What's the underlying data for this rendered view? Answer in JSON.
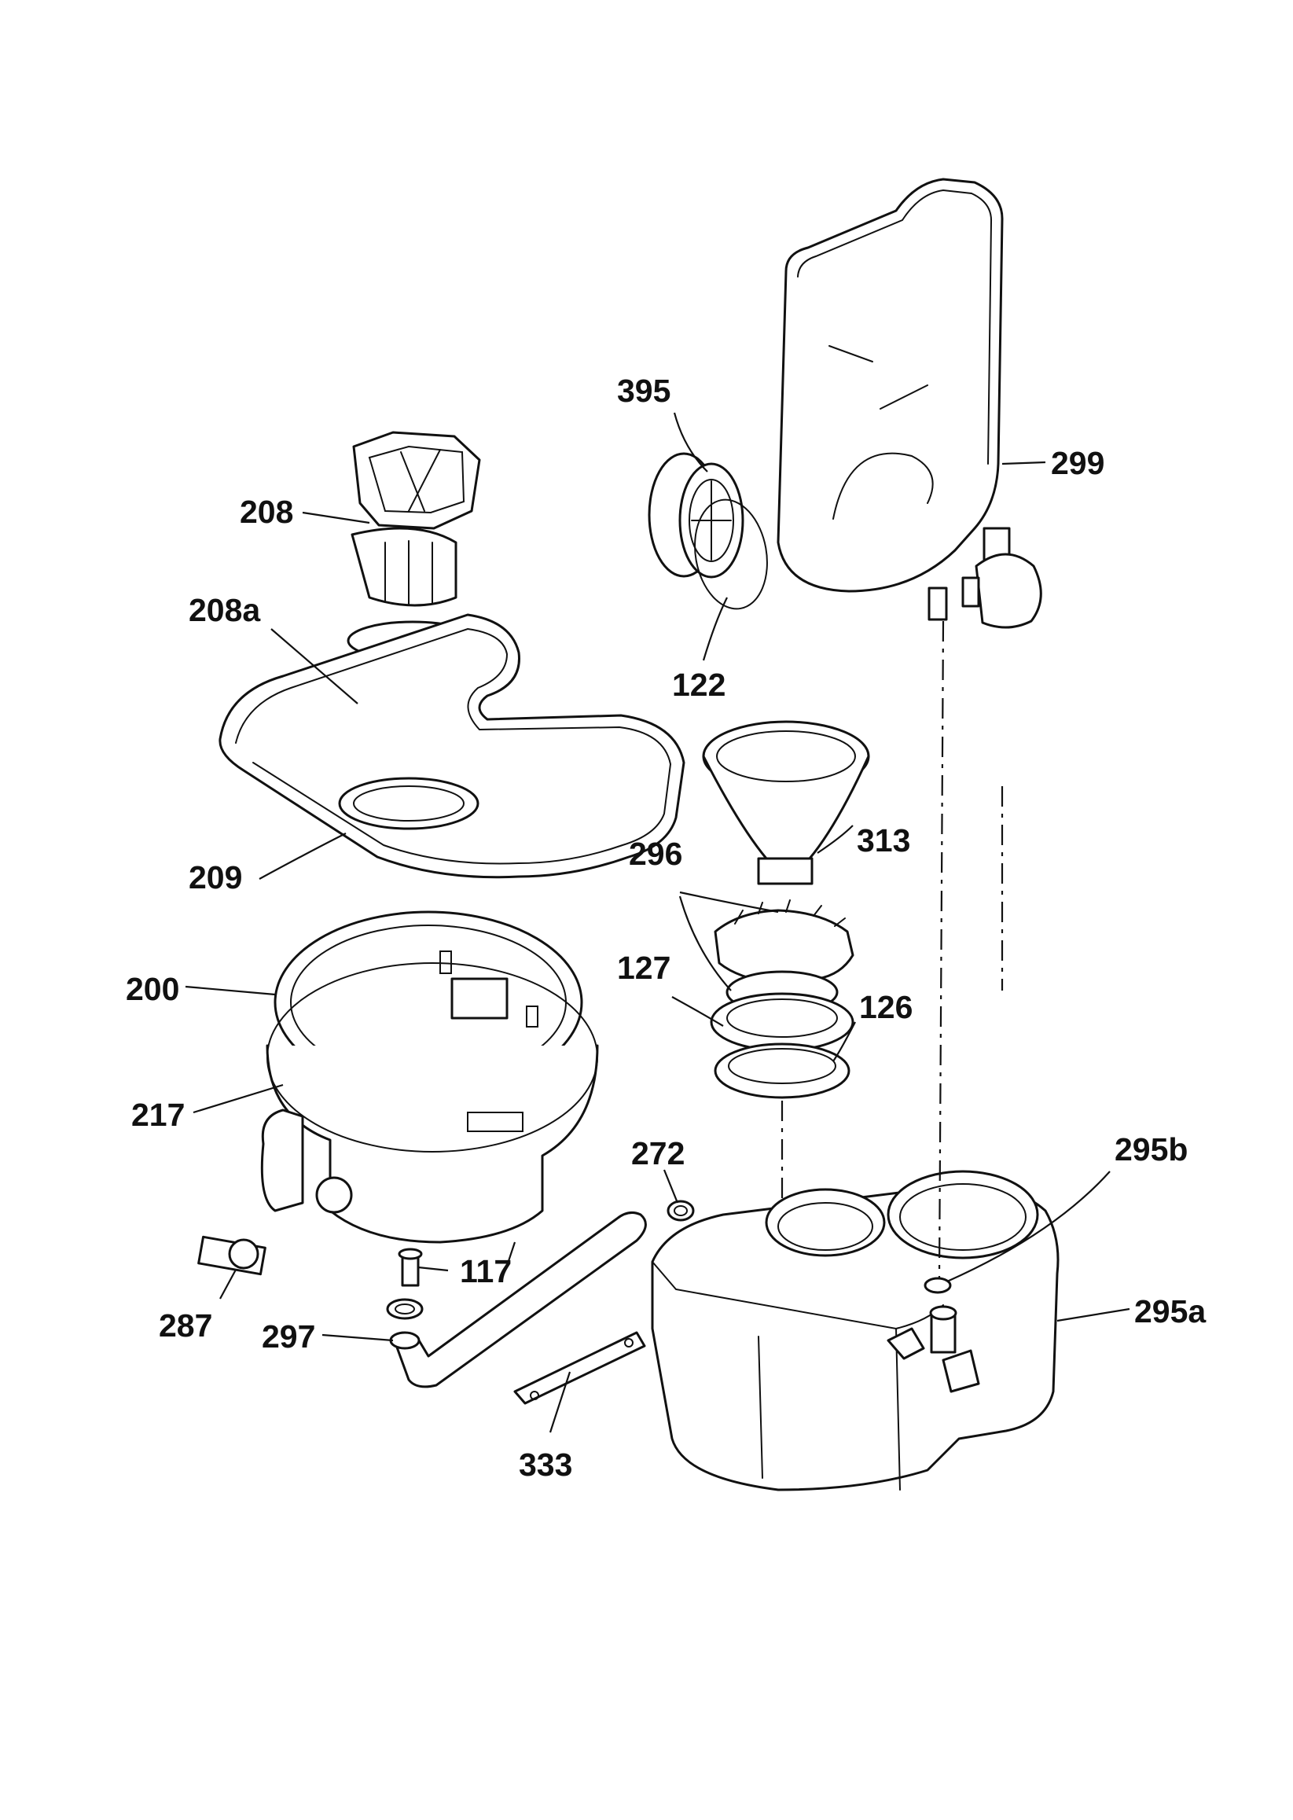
{
  "colors": {
    "ink": "#111111",
    "paper": "#ffffff",
    "mesh": "#9e9e9e"
  },
  "labels": {
    "p395": "395",
    "p299": "299",
    "p208": "208",
    "p208a": "208a",
    "p122": "122",
    "p313": "313",
    "p296": "296",
    "p209": "209",
    "p127": "127",
    "p126": "126",
    "p200": "200",
    "p217": "217",
    "p272": "272",
    "p295b": "295b",
    "p117": "117",
    "p295a": "295a",
    "p287": "287",
    "p297": "297",
    "p333": "333"
  }
}
